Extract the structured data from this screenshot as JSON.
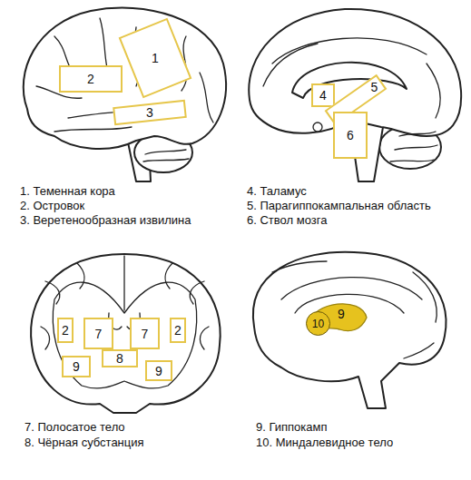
{
  "diagram": {
    "nodes": [
      {
        "text": [
          "1"
        ]
      },
      {
        "text": [
          "2"
        ]
      },
      {
        "text": [
          "3"
        ]
      },
      {
        "text": [
          "4"
        ]
      },
      {
        "text": [
          "5"
        ]
      },
      {
        "text": [
          "6"
        ]
      },
      {
        "text": [
          "2"
        ]
      },
      {
        "text": [
          "7"
        ]
      },
      {
        "text": [
          "7"
        ]
      },
      {
        "text": [
          "2"
        ]
      },
      {
        "text": [
          "8"
        ]
      },
      {
        "text": [
          "9"
        ]
      },
      {
        "text": [
          "9"
        ]
      },
      {
        "text": [
          "9"
        ]
      },
      {
        "text": [
          "10"
        ]
      }
    ],
    "labels": [
      "1. Теменная кора",
      "2. Островок",
      "3. Веретенообразная извилина",
      "4. Таламус",
      "5. Парагиппокампальная область",
      "6. Ствол мозга",
      "7. Полосатое тело",
      "8. Чёрная субстанция",
      "9. Гиппокамп",
      "10. Миндалевидное тело"
    ]
  }
}
